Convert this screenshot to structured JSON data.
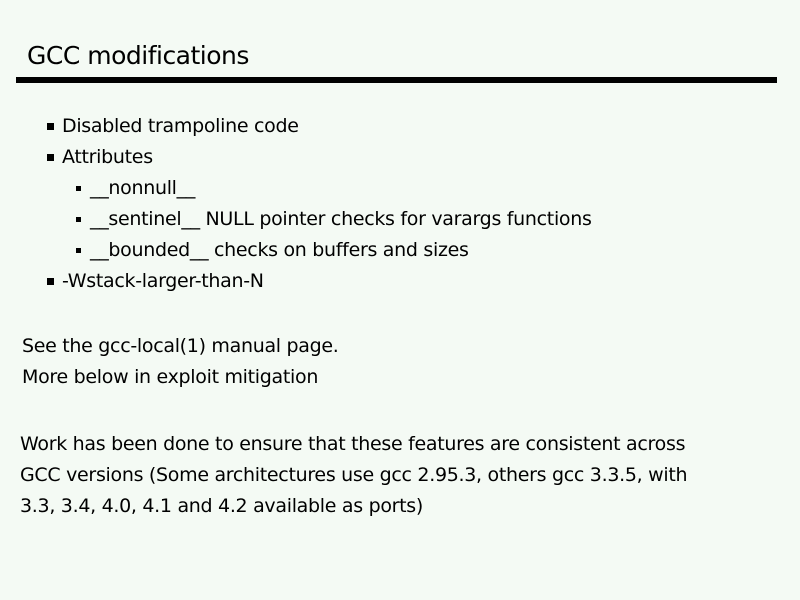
{
  "slide": {
    "title": "GCC modifications",
    "bullets": [
      {
        "level": 1,
        "label": "Disabled trampoline code"
      },
      {
        "level": 1,
        "label": "Attributes"
      },
      {
        "level": 2,
        "label": "__nonnull__"
      },
      {
        "level": 2,
        "label": "__sentinel__ NULL pointer checks for varargs functions"
      },
      {
        "level": 2,
        "label": "__bounded__ checks on buffers and sizes"
      },
      {
        "level": 1,
        "label": "-Wstack-larger-than-N"
      }
    ],
    "notes": [
      "See the gcc-local(1) manual page.",
      "More below in exploit mitigation"
    ],
    "paragraph_lines": [
      "Work has been done to ensure that these features are consistent across",
      "GCC versions (Some architectures use gcc 2.95.3, others gcc 3.3.5, with",
      "3.3, 3.4, 4.0, 4.1 and 4.2 available as ports)"
    ],
    "colors": {
      "background": "#f4faf4",
      "text": "#000000",
      "rule": "#000000"
    }
  }
}
